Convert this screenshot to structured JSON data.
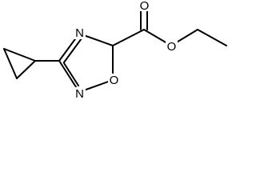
{
  "molecule": {
    "atom_labels": {
      "ring_n_top": "N",
      "ring_o": "O",
      "ring_n_bottom": "N",
      "carbonyl_o": "O",
      "ester_o": "O"
    },
    "colors": {
      "bond": "#000000",
      "label": "#000000",
      "background": "#ffffff"
    }
  }
}
